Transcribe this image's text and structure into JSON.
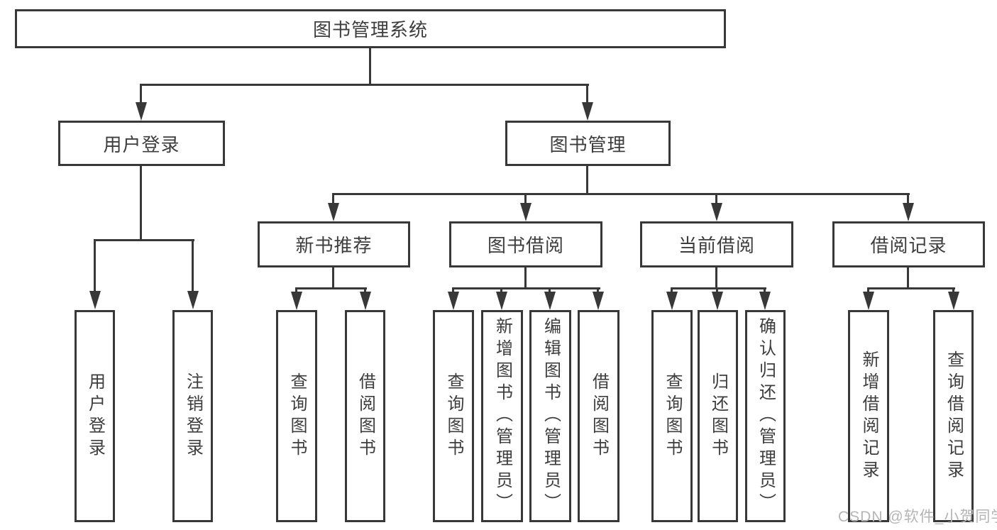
{
  "tree": {
    "root": {
      "label": "图书管理系统",
      "children": [
        {
          "label": "用户登录",
          "children": [
            {
              "label": "用户登录"
            },
            {
              "label": "注销登录"
            }
          ]
        },
        {
          "label": "图书管理",
          "children": [
            {
              "label": "新书推荐",
              "children": [
                {
                  "label": "查询图书"
                },
                {
                  "label": "借阅图书"
                }
              ]
            },
            {
              "label": "图书借阅",
              "children": [
                {
                  "label": "查询图书"
                },
                {
                  "label": "新增图书（管理员）"
                },
                {
                  "label": "编辑图书（管理员）"
                },
                {
                  "label": "借阅图书"
                }
              ]
            },
            {
              "label": "当前借阅",
              "children": [
                {
                  "label": "查询图书"
                },
                {
                  "label": "归还图书"
                },
                {
                  "label": "确认归还（管理员）"
                }
              ]
            },
            {
              "label": "借阅记录",
              "children": [
                {
                  "label": "新增借阅记录"
                },
                {
                  "label": "查询借阅记录"
                }
              ]
            }
          ]
        }
      ]
    }
  },
  "watermark": {
    "text": "CSDN @软件_小贺同学"
  },
  "colors": {
    "line": "#383838",
    "text": "#3d3d3d",
    "watermark": "#b5b5b5",
    "background": "#ffffff"
  }
}
